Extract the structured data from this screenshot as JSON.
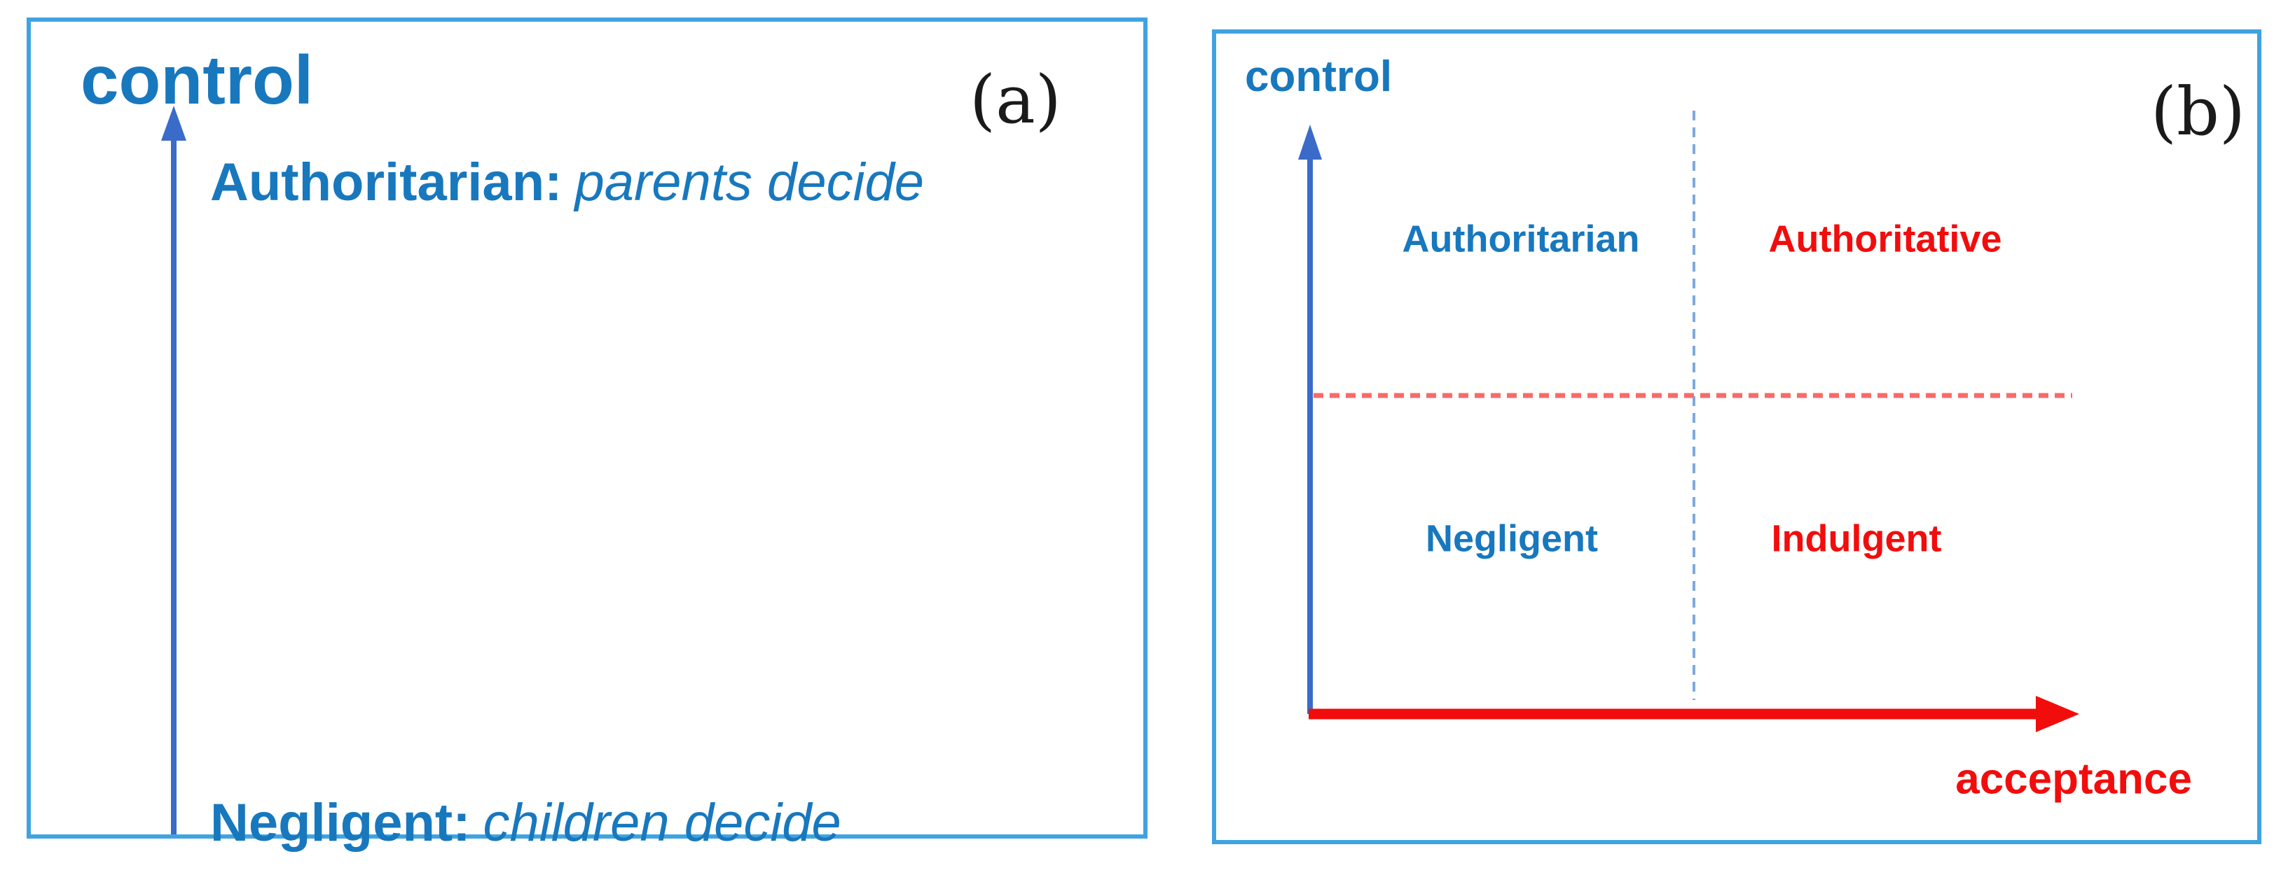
{
  "figure": {
    "panel_a": {
      "tag": "(a)",
      "y_axis_label": "control",
      "top_label_term": "Authoritarian:",
      "top_label_desc": "parents decide",
      "bottom_label_term": "Negligent:",
      "bottom_label_desc": "children decide"
    },
    "panel_b": {
      "tag": "(b)",
      "y_axis_label": "control",
      "x_axis_label": "acceptance",
      "quadrants": {
        "top_left": "Authoritarian",
        "top_right": "Authoritative",
        "bottom_left": "Negligent",
        "bottom_right": "Indulgent"
      }
    },
    "colors": {
      "panel_border_blue": "#3FA3E0",
      "blue_text": "#1878BE",
      "axis_arrow_blue": "#3A6BC9",
      "red_text_and_arrow": "#F20D0D",
      "dashed_line_red": "#F96A6A",
      "dashed_line_blue": "#7FA9DE",
      "tag_black": "#1A1A1A"
    }
  }
}
